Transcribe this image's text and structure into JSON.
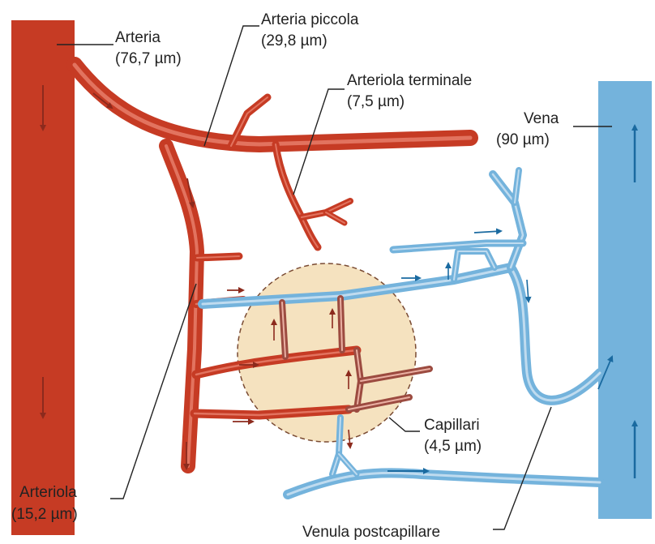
{
  "labels": {
    "arteria": {
      "name": "Arteria",
      "size": "(76,7 µm)"
    },
    "arteria_piccola": {
      "name": "Arteria piccola",
      "size": "(29,8 µm)"
    },
    "arteriola_terminale": {
      "name": "Arteriola terminale",
      "size": "(7,5 µm)"
    },
    "vena": {
      "name": "Vena",
      "size": "(90 µm)"
    },
    "capillari": {
      "name": "Capillari",
      "size": "(4,5 µm)"
    },
    "arteriola": {
      "name": "Arteriola",
      "size": "(15,2 µm)"
    },
    "venula_postcapillare": {
      "name": "Venula postcapillare"
    }
  },
  "colors": {
    "artery": "#c63b24",
    "artery_highlight": "#e2735f",
    "vein": "#74b3dc",
    "vein_highlight": "#bfdbef",
    "capillary_bed": "#f5e2bf",
    "arrow_arterial": "#8c2a1d",
    "arrow_venous": "#1a6aa0"
  }
}
